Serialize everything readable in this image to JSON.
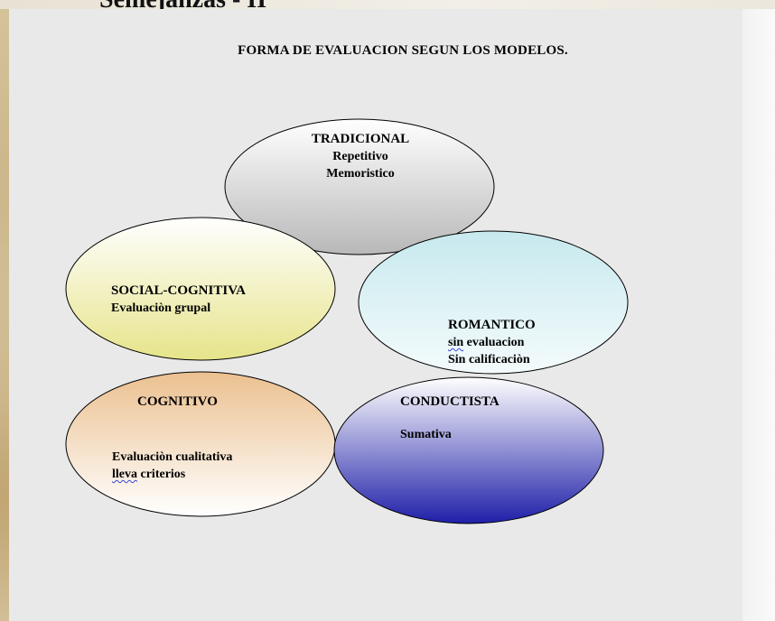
{
  "header_fragment": "Semejanzas - II",
  "title": "FORMA DE EVALUACION SEGUN LOS MODELOS.",
  "nodes": {
    "tradicional": {
      "name": "TRADICIONAL",
      "line1": "Repetitivo",
      "line2": "Memoristico"
    },
    "social_cognitiva": {
      "name": "SOCIAL-COGNITIVA",
      "line1": "Evaluaciòn grupal"
    },
    "romantico": {
      "name": "ROMANTICO",
      "line1_a": "sin",
      "line1_b": " evaluacion",
      "line2": "Sin calificaciòn"
    },
    "cognitivo": {
      "name": "COGNITIVO",
      "line1": "Evaluaciòn cualitativa",
      "line2_a": "lleva",
      "line2_b": " criterios"
    },
    "conductista": {
      "name": "CONDUCTISTA",
      "line1": "Sumativa"
    }
  },
  "colors": {
    "tradicional": [
      "#ffffff",
      "#b8b8b8"
    ],
    "social_cognitiva": [
      "#ffffff",
      "#e6e48a"
    ],
    "romantico": [
      "#c7e9ee",
      "#f4fbfc"
    ],
    "cognitivo": [
      "#ebc08f",
      "#ffffff"
    ],
    "conductista": [
      "#ffffff",
      "#1f1fa8"
    ]
  }
}
